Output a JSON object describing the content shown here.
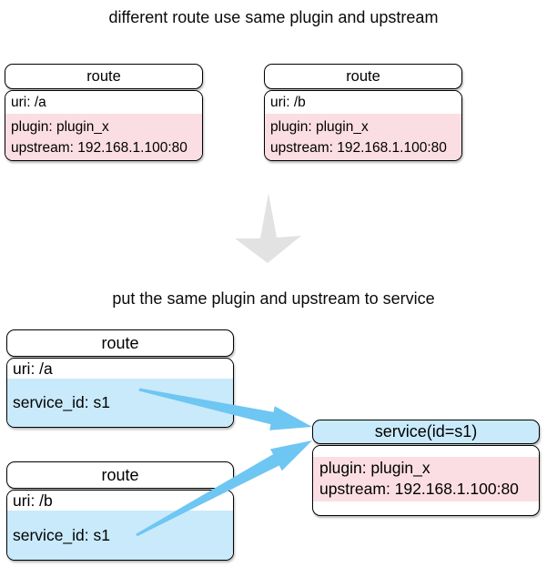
{
  "colors": {
    "pink": "#fbdee3",
    "light_blue": "#c9eafb",
    "arrow_blue": "#6ec6f2",
    "gray_arrow": "#e2e2e2"
  },
  "section1": {
    "title": "different route use same plugin and upstream",
    "routes": [
      {
        "header": "route",
        "uri": "uri: /a",
        "lines": [
          "plugin: plugin_x",
          "upstream: 192.168.1.100:80"
        ]
      },
      {
        "header": "route",
        "uri": "uri: /b",
        "lines": [
          "plugin: plugin_x",
          "upstream: 192.168.1.100:80"
        ]
      }
    ]
  },
  "section2": {
    "title": "put the same plugin and upstream to service",
    "routes": [
      {
        "header": "route",
        "uri": "uri: /a",
        "service_id": "service_id: s1"
      },
      {
        "header": "route",
        "uri": "uri: /b",
        "service_id": "service_id: s1"
      }
    ],
    "service": {
      "header": "service(id=s1)",
      "lines": [
        "plugin: plugin_x",
        "upstream: 192.168.1.100:80"
      ]
    }
  }
}
